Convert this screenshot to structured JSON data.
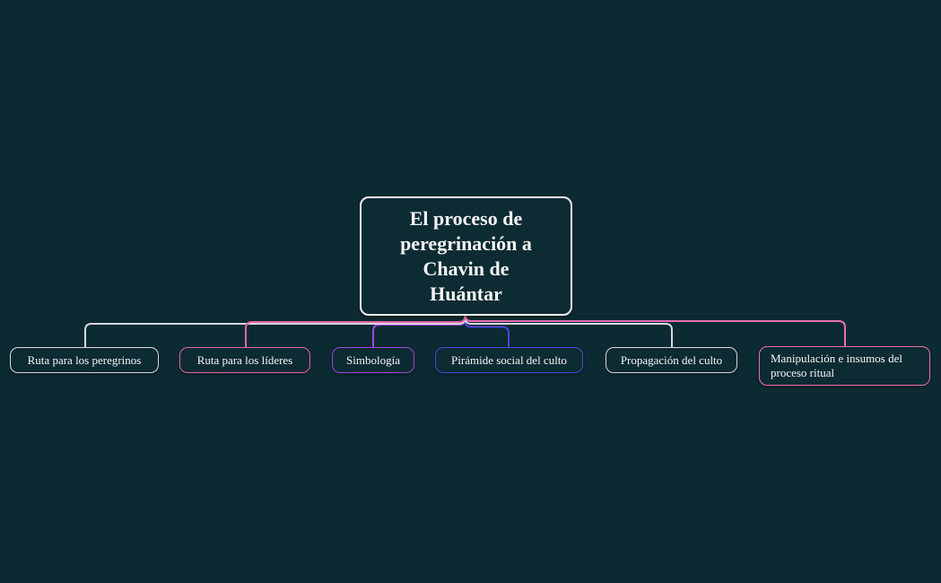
{
  "app": {
    "background_color": "#0c2a31",
    "node_background_color": "#0d2b32",
    "text_color": "#f5f4f7"
  },
  "root_node": {
    "label": "El proceso de peregrinación a Chavin de Huántar",
    "lines": [
      "El proceso de",
      "peregrinación a",
      "Chavin de",
      "Huántar"
    ],
    "border_color": "#f2f1f4"
  },
  "children": [
    {
      "label": "Ruta para los peregrinos",
      "color": "#d9d7e2"
    },
    {
      "label": "Ruta para los líderes",
      "color": "#e266a7"
    },
    {
      "label": "Simbología",
      "color": "#9a49dd"
    },
    {
      "label": "Pirámide social del culto",
      "color": "#4e45da"
    },
    {
      "label": "Propagación del culto",
      "color": "#d9d7e2"
    },
    {
      "label": "Manipulación e insumos del proceso ritual",
      "color": "#ea6fb2"
    }
  ]
}
